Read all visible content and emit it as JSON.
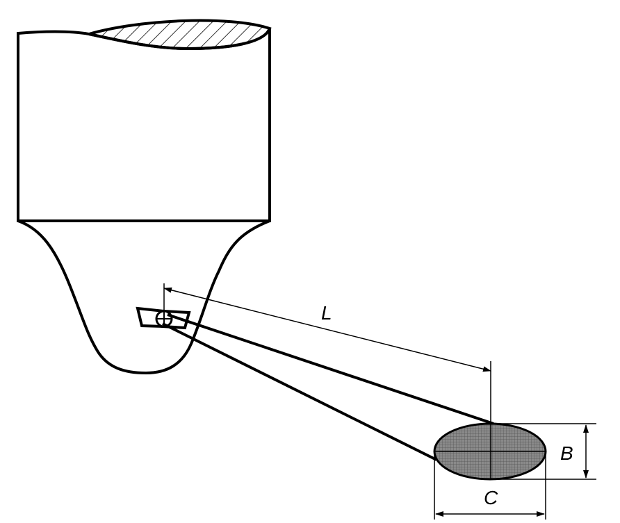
{
  "diagram": {
    "labels": {
      "L": "L",
      "B": "B",
      "C": "C"
    },
    "colors": {
      "stroke": "#000000",
      "background": "#ffffff",
      "spot_fill": "#7f7f7f"
    }
  }
}
